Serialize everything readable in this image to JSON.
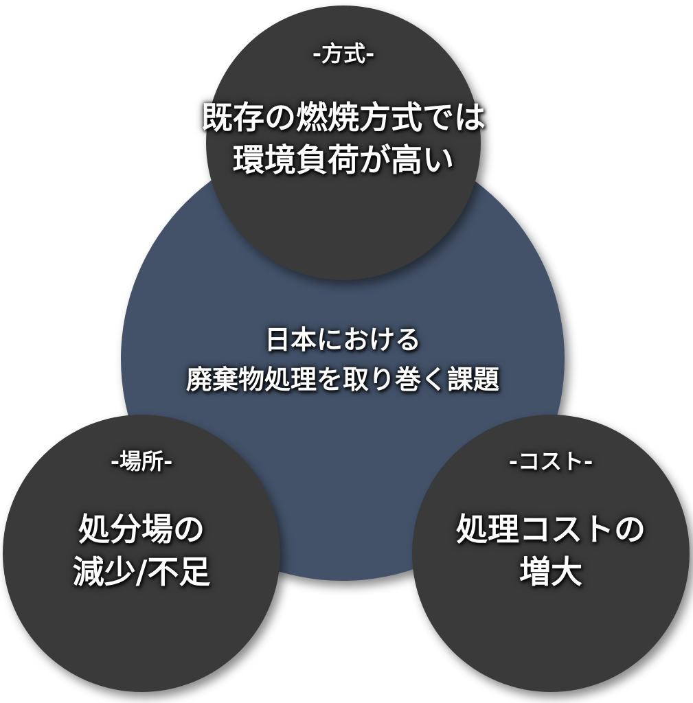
{
  "colors": {
    "center_fill": "#435269",
    "outer_fill": "#3a3a3a",
    "text": "#ffffff"
  },
  "center": {
    "line1": "日本における",
    "line2": "廃棄物処理を取り巻く課題"
  },
  "top": {
    "tag": "-方式-",
    "line1": "既存の燃焼方式では",
    "line2": "環境負荷が高い"
  },
  "left": {
    "tag": "-場所-",
    "line1": "処分場の",
    "line2": "減少/不足"
  },
  "right": {
    "tag": "-コスト-",
    "line1": "処理コストの",
    "line2": "増大"
  }
}
